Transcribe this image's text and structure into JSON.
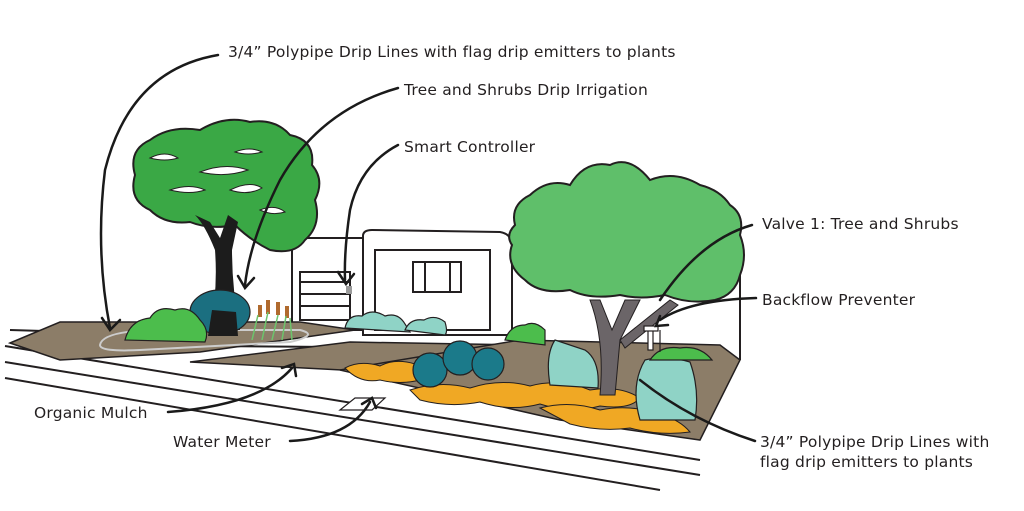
{
  "title": "Residential front yard drip irrigation plan",
  "labels": {
    "drip_lines_top": "3/4” Polypipe Drip Lines with flag drip emitters to plants",
    "tree_shrubs_drip": "Tree and Shrubs Drip Irrigation",
    "smart_controller": "Smart Controller",
    "valve_1": "Valve 1: Tree and Shrubs",
    "backflow": "Backflow Preventer",
    "organic_mulch": "Organic Mulch",
    "water_meter": "Water Meter",
    "drip_lines_bottom": "3/4” Polypipe Drip Lines with flag drip emitters to plants"
  },
  "colors": {
    "tree_green": "#3aa845",
    "tree_green_light": "#5fbf6a",
    "trunk_black": "#1c1c1c",
    "trunk_gray": "#6b6568",
    "mulch_brown": "#8c7d68",
    "gold_groundcover": "#f0a824",
    "teal_shrub": "#1b7a8a",
    "aqua_plant": "#8fd3c6",
    "outline": "#231f20"
  }
}
